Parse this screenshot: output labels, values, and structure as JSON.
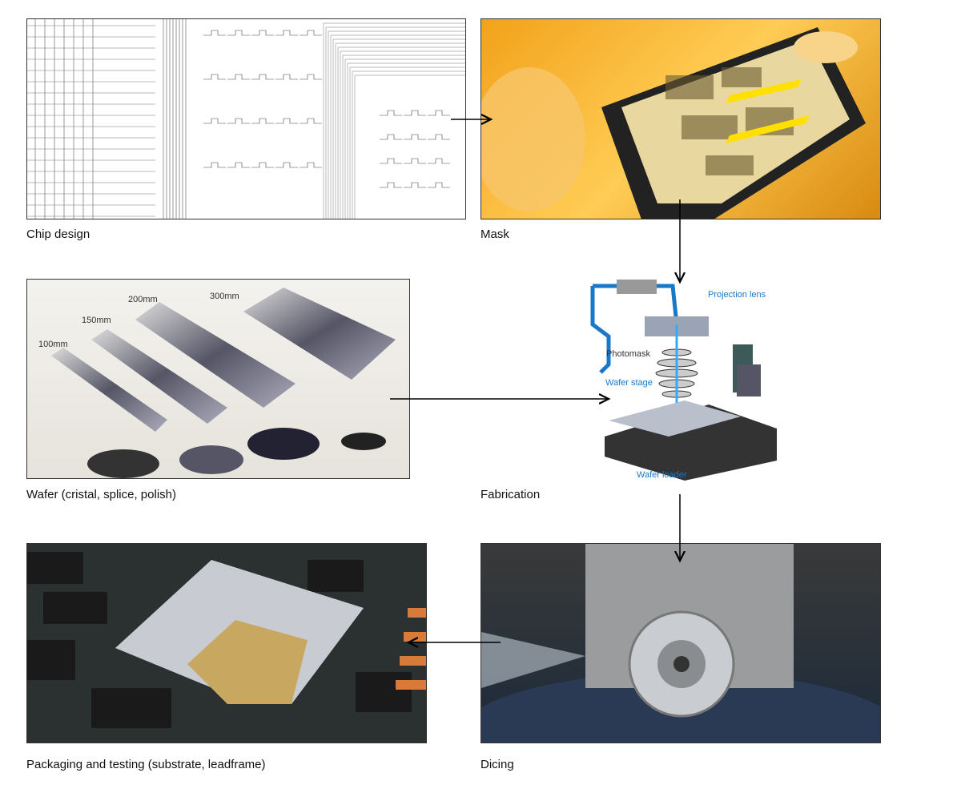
{
  "steps": {
    "chip_design": "Chip design",
    "mask": "Mask",
    "wafer": "Wafer (cristal, splice, polish)",
    "fabrication": "Fabrication",
    "packaging": "Packaging and testing (substrate, leadframe)",
    "dicing": "Dicing"
  },
  "wafer_sizes": [
    "100mm",
    "150mm",
    "200mm",
    "300mm"
  ],
  "fabrication_labels": {
    "projection_lens": "Projection lens",
    "photomask": "Photomask",
    "wafer_stage": "Wafer stage",
    "wafer_loader": "Wafer loader"
  },
  "colors": {
    "label_blue": "#1a78c8",
    "arrow": "#000000"
  }
}
